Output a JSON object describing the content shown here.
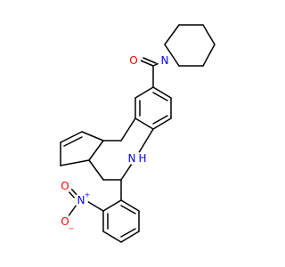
{
  "colors": {
    "bond": "#000000",
    "oxygen": "#ff0000",
    "nitrogen": "#0000ff",
    "background": "#ffffff"
  },
  "atoms": {
    "o_carbonyl": "O",
    "n_piperidine": "N",
    "nh": "N",
    "nh_h": "H",
    "n_nitro": "N",
    "n_nitro_charge": "+",
    "o_nitro_double": "O",
    "o_nitro_minus": "O",
    "o_nitro_minus_charge": "−"
  }
}
